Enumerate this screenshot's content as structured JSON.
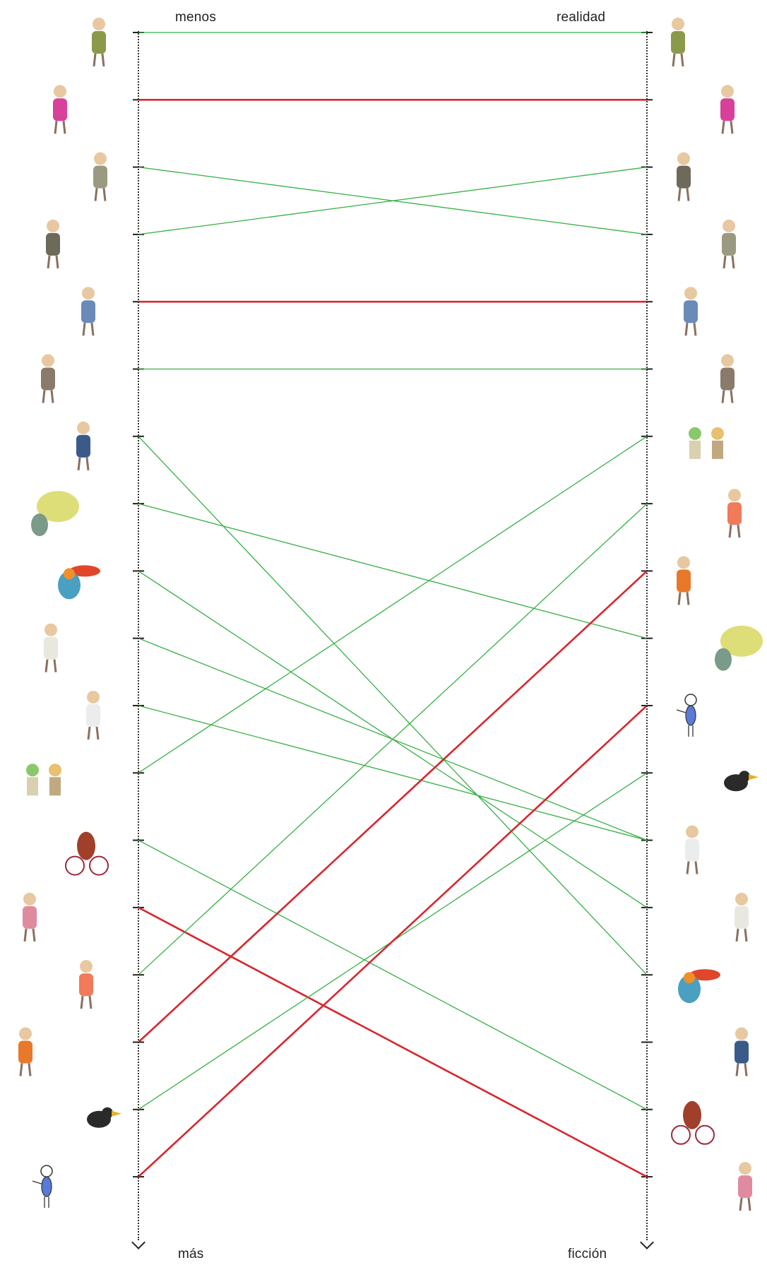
{
  "labels": {
    "top_left": "menos",
    "top_right": "realidad",
    "bottom_left": "más",
    "bottom_right": "ficción"
  },
  "colors": {
    "green": "#35b043",
    "red": "#d9252d",
    "axis": "#222222"
  },
  "rank_count": 18,
  "connections": [
    {
      "from": 1,
      "to": 1,
      "type": "green"
    },
    {
      "from": 2,
      "to": 2,
      "type": "red"
    },
    {
      "from": 3,
      "to": 4,
      "type": "green"
    },
    {
      "from": 4,
      "to": 3,
      "type": "green"
    },
    {
      "from": 5,
      "to": 5,
      "type": "red"
    },
    {
      "from": 6,
      "to": 6,
      "type": "green"
    },
    {
      "from": 7,
      "to": 15,
      "type": "green"
    },
    {
      "from": 8,
      "to": 10,
      "type": "green"
    },
    {
      "from": 9,
      "to": 14,
      "type": "green"
    },
    {
      "from": 10,
      "to": 13,
      "type": "green"
    },
    {
      "from": 11,
      "to": 13,
      "type": "green"
    },
    {
      "from": 12,
      "to": 7,
      "type": "green"
    },
    {
      "from": 13,
      "to": 17,
      "type": "green"
    },
    {
      "from": 14,
      "to": 18,
      "type": "red"
    },
    {
      "from": 15,
      "to": 8,
      "type": "green"
    },
    {
      "from": 16,
      "to": 9,
      "type": "red"
    },
    {
      "from": 17,
      "to": 12,
      "type": "green"
    },
    {
      "from": 18,
      "to": 11,
      "type": "red"
    }
  ],
  "characters_left": [
    "old-man",
    "dancing-girl",
    "small-boy",
    "bearded-man-with-suitcase",
    "girl-reading",
    "dog",
    "man-with-hat",
    "bag-with-cloud",
    "red-bird",
    "white-rabbit",
    "white-goose",
    "two-children",
    "bear-on-bicycle",
    "mouse-in-dress",
    "red-balloon-kid",
    "wild-hair-kid",
    "black-crow",
    "stick-figure"
  ],
  "characters_right": [
    "old-man",
    "dancing-girl",
    "bearded-man-with-suitcase",
    "small-boy",
    "girl-reading",
    "dog",
    "two-children",
    "red-balloon-kid",
    "wild-hair-kid",
    "bag-with-cloud",
    "stick-figure",
    "black-crow",
    "white-goose",
    "white-rabbit",
    "red-bird",
    "man-with-hat",
    "bear-on-bicycle",
    "mouse-in-dress"
  ]
}
